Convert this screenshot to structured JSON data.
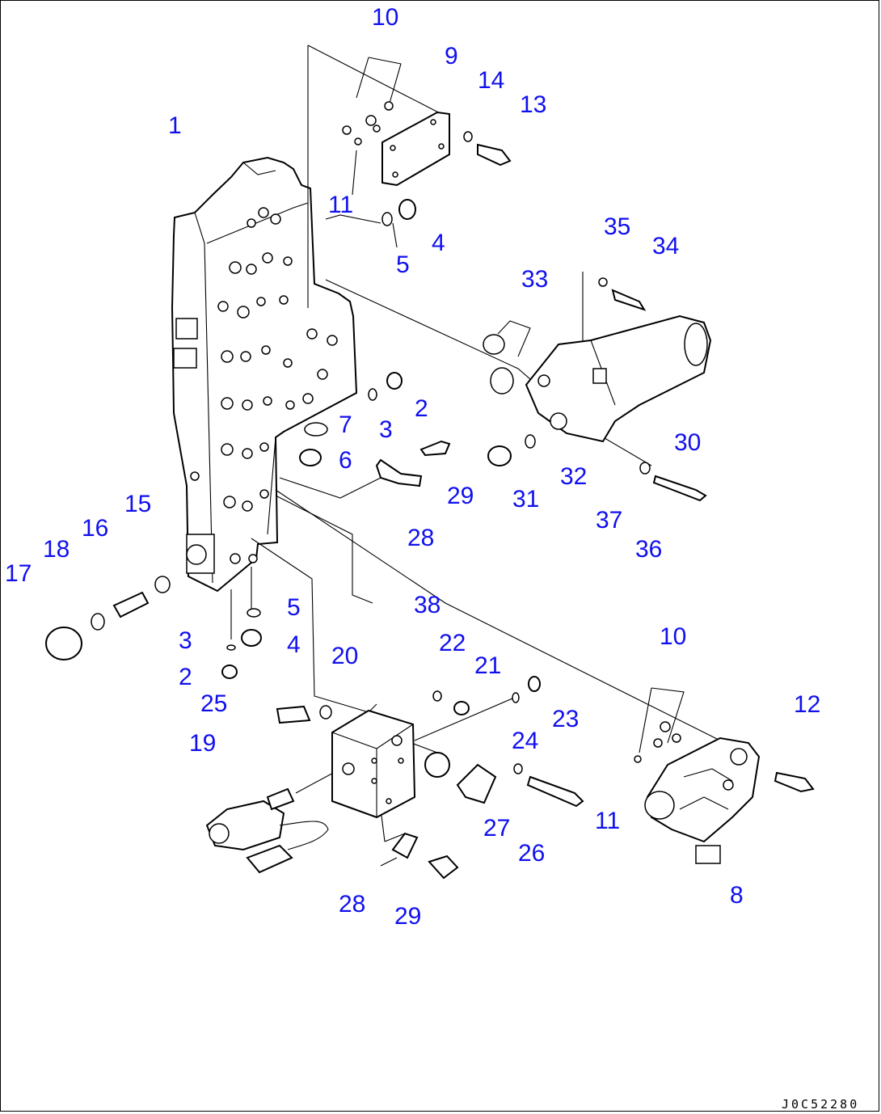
{
  "diagram": {
    "callouts": [
      {
        "id": "c1",
        "text": "1"
      },
      {
        "id": "c10a",
        "text": "10"
      },
      {
        "id": "c9",
        "text": "9"
      },
      {
        "id": "c14",
        "text": "14"
      },
      {
        "id": "c13",
        "text": "13"
      },
      {
        "id": "c11a",
        "text": "11"
      },
      {
        "id": "c4a",
        "text": "4"
      },
      {
        "id": "c5a",
        "text": "5"
      },
      {
        "id": "c35",
        "text": "35"
      },
      {
        "id": "c34",
        "text": "34"
      },
      {
        "id": "c33",
        "text": "33"
      },
      {
        "id": "c2a",
        "text": "2"
      },
      {
        "id": "c7",
        "text": "7"
      },
      {
        "id": "c3a",
        "text": "3"
      },
      {
        "id": "c6",
        "text": "6"
      },
      {
        "id": "c30",
        "text": "30"
      },
      {
        "id": "c29a",
        "text": "29"
      },
      {
        "id": "c31",
        "text": "31"
      },
      {
        "id": "c32",
        "text": "32"
      },
      {
        "id": "c37",
        "text": "37"
      },
      {
        "id": "c36",
        "text": "36"
      },
      {
        "id": "c28a",
        "text": "28"
      },
      {
        "id": "c15",
        "text": "15"
      },
      {
        "id": "c16",
        "text": "16"
      },
      {
        "id": "c17",
        "text": "17"
      },
      {
        "id": "c18",
        "text": "18"
      },
      {
        "id": "c5b",
        "text": "5"
      },
      {
        "id": "c38",
        "text": "38"
      },
      {
        "id": "c3b",
        "text": "3"
      },
      {
        "id": "c4b",
        "text": "4"
      },
      {
        "id": "c10b",
        "text": "10"
      },
      {
        "id": "c2b",
        "text": "2"
      },
      {
        "id": "c22",
        "text": "22"
      },
      {
        "id": "c20",
        "text": "20"
      },
      {
        "id": "c21",
        "text": "21"
      },
      {
        "id": "c25",
        "text": "25"
      },
      {
        "id": "c23",
        "text": "23"
      },
      {
        "id": "c12",
        "text": "12"
      },
      {
        "id": "c24",
        "text": "24"
      },
      {
        "id": "c19",
        "text": "19"
      },
      {
        "id": "c27",
        "text": "27"
      },
      {
        "id": "c11b",
        "text": "11"
      },
      {
        "id": "c26",
        "text": "26"
      },
      {
        "id": "c8",
        "text": "8"
      },
      {
        "id": "c28b",
        "text": "28"
      },
      {
        "id": "c29b",
        "text": "29"
      }
    ],
    "drawing_code": "J0C52280",
    "colors": {
      "callout": "#1010ee",
      "line": "#000000",
      "background": "#ffffff"
    }
  }
}
